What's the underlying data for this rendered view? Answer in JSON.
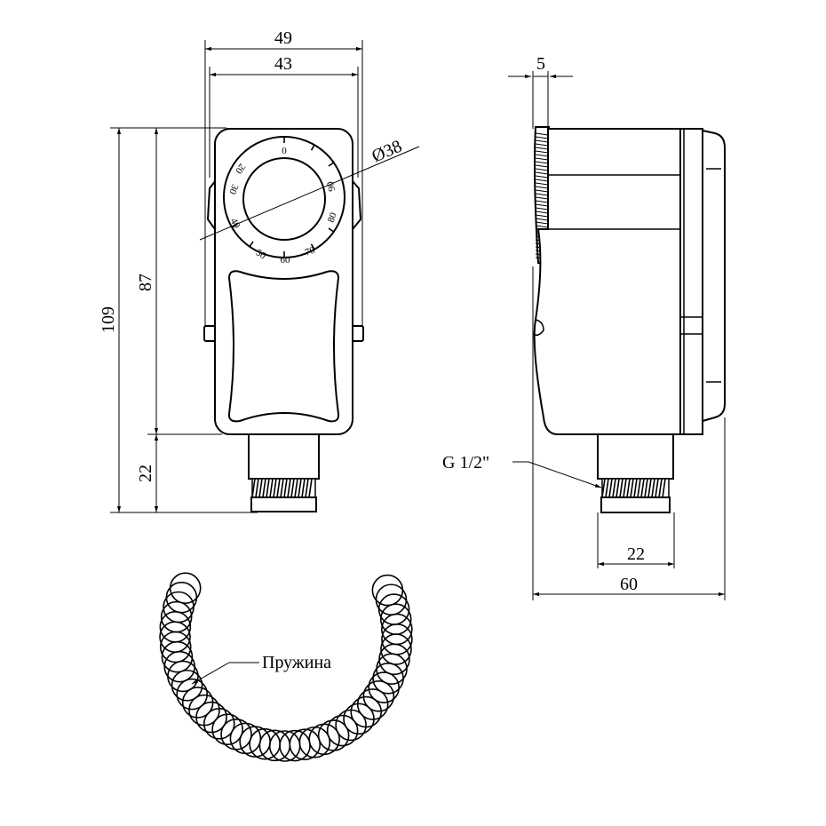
{
  "front_view": {
    "dim_width_outer": "49",
    "dim_width_inner": "43",
    "dim_height_total": "109",
    "dim_height_body": "87",
    "dim_thread_length": "22",
    "dim_dial_diameter": "Ø38",
    "dial_scale": [
      "0",
      "20",
      "30",
      "40",
      "50",
      "60",
      "70",
      "80",
      "90"
    ]
  },
  "side_view": {
    "dim_knob_depth": "5",
    "dim_fitting_width": "22",
    "dim_depth_total": "60",
    "thread_label": "G 1/2\""
  },
  "spring": {
    "label": "Пружина"
  }
}
